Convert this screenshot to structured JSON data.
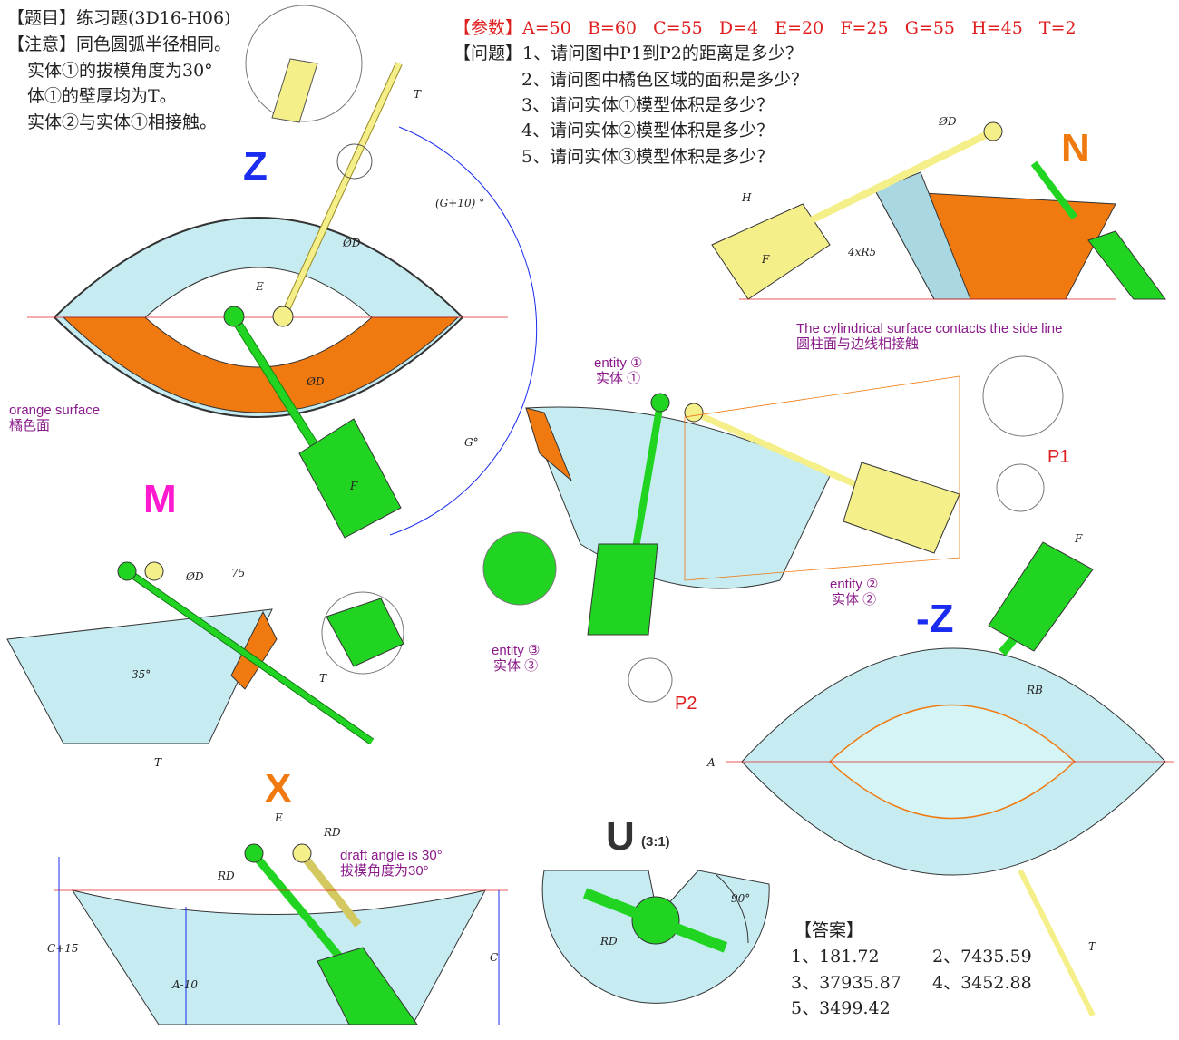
{
  "header": {
    "title": "【题目】练习题(3D16-H06)",
    "note_label": "【注意】同色圆弧半径相同。",
    "note_lines": [
      "实体①的拔模角度为30°",
      "体①的壁厚均为T。",
      "实体②与实体①相接触。"
    ]
  },
  "params": {
    "label": "【参数】",
    "values": "A=50   B=60   C=55   D=4   E=20   F=25   G=55   H=45   T=2"
  },
  "questions": {
    "label": "【问题】",
    "items": [
      "1、请问图中P1到P2的距离是多少？",
      "2、请问图中橘色区域的面积是多少？",
      "3、请问实体①模型体积是多少？",
      "4、请问实体②模型体积是多少？",
      "5、请问实体③模型体积是多少？"
    ]
  },
  "answers": {
    "label": "【答案】",
    "items": [
      "1、181.72",
      "2、7435.59",
      "3、37935.87",
      "4、3452.88",
      "5、3499.42"
    ]
  },
  "views": {
    "z": "Z",
    "n": "N",
    "m": "M",
    "x": "X",
    "neg_z": "-Z",
    "u": "U",
    "u_scale": "(3:1)"
  },
  "annotations": {
    "orange_en": "orange surface",
    "orange_cn": "橘色面",
    "entity1_en": "entity ①",
    "entity1_cn": "实体 ①",
    "entity2_en": "entity ②",
    "entity2_cn": "实体 ②",
    "entity3_en": "entity ③",
    "entity3_cn": "实体 ③",
    "contact_en": "The cylindrical surface contacts the side line",
    "contact_cn": "圆柱面与边线相接触",
    "draft_en": "draft angle is 30°",
    "draft_cn": "拔模角度为30°",
    "p1": "P1",
    "p2": "P2"
  },
  "dims": {
    "phiD": "ØD",
    "E": "E",
    "T": "T",
    "G10": "(G+10) °",
    "G": "G°",
    "F": "F",
    "H": "H",
    "r5": "4xR5",
    "l75": "75",
    "a35": "35°",
    "C15": "C+15",
    "A10": "A-10",
    "C": "C",
    "RD": "RD",
    "RB": "RB",
    "A": "A",
    "a90": "90°"
  },
  "colors": {
    "orange": "#f07a10",
    "green": "#22d422",
    "yellow": "#f5ef8a",
    "cyan": "#c6ecf2",
    "blue": "#1a2cf0",
    "magenta": "#ff1ad0",
    "red": "#e02020"
  }
}
